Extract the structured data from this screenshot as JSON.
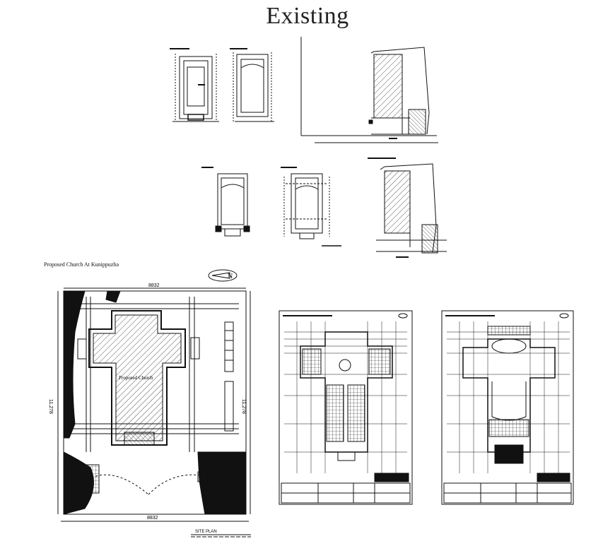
{
  "heading": "Existing",
  "project_title": "Proposed  Church At Kunippuzha",
  "site_plan": {
    "church_label": "Proposed Church",
    "dim_top": "8832",
    "dim_bottom": "8832",
    "dim_left": "11,278",
    "dim_right": "11,278",
    "caption": "SITE PLAN",
    "north_mark": "N"
  },
  "colors": {
    "line": "#111111",
    "background": "#ffffff",
    "heading": "#222222"
  }
}
